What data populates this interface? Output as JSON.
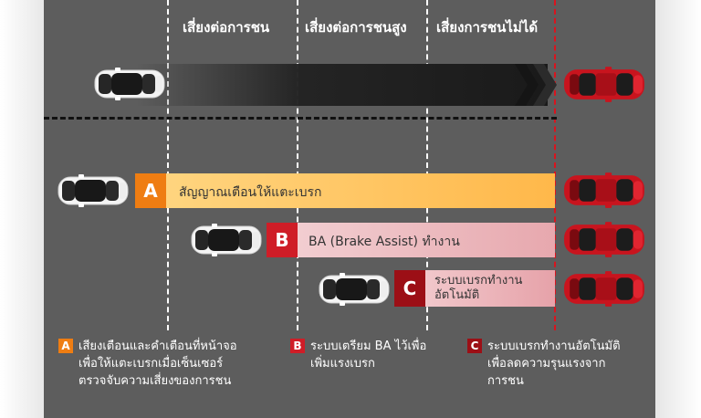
{
  "zones": {
    "risk": "เสี่ยงต่อการชน",
    "high_risk": "เสี่ยงต่อการชนสูง",
    "unavoidable": "เสี่ยงการชนไม่ได้"
  },
  "stages": [
    {
      "tag": "A",
      "bar_text": "สัญญาณเตือนให้แตะเบรก",
      "color": "#ef7d12"
    },
    {
      "tag": "B",
      "bar_text": "BA (Brake Assist) ทำงาน",
      "color": "#cf1d27"
    },
    {
      "tag": "C",
      "bar_text_line1": "ระบบเบรกทำงาน",
      "bar_text_line2": "อัตโนมัติ",
      "color": "#9c0f16"
    }
  ],
  "legend": [
    {
      "tag": "A",
      "line1": "เสียงเตือนและคำเตือนที่หน้าจอ",
      "line2": "เพื่อให้แตะเบรกเมื่อเซ็นเซอร์",
      "line3": "ตรวจจับความเสี่ยงของการชน"
    },
    {
      "tag": "B",
      "line1": "ระบบเตรียม BA ไว้เพื่อ",
      "line2": "เพิ่มแรงเบรก"
    },
    {
      "tag": "C",
      "line1": "ระบบเบรกทำงานอัตโนมัติ",
      "line2": "เพื่อลดความรุนแรงจาก",
      "line3": "การชน"
    }
  ],
  "colors": {
    "road": "#5d5d5d",
    "limit_line": "#d9141e",
    "host_car": "#f2f2f2",
    "target_car": "#c8141e"
  }
}
